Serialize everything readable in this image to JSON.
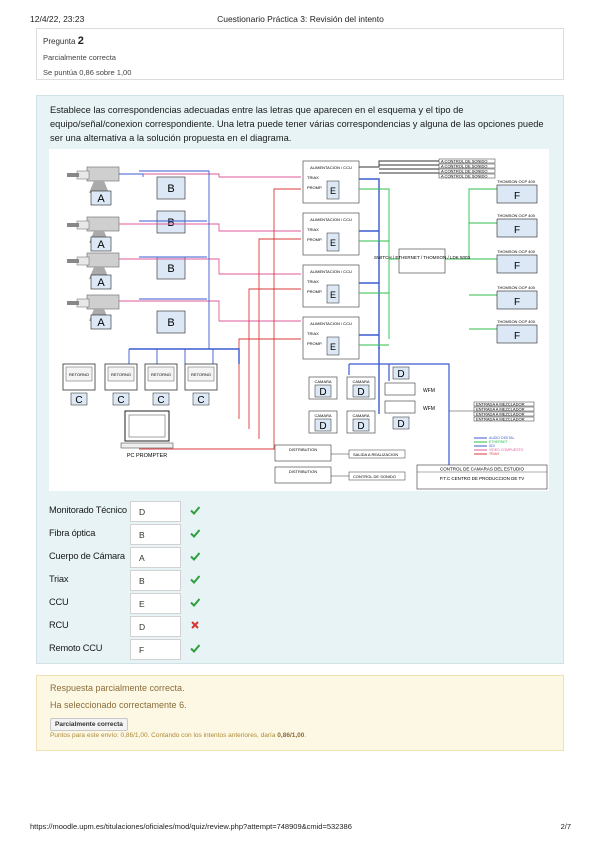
{
  "header": {
    "date": "12/4/22, 23:23",
    "title": "Cuestionario Práctica 3: Revisión del intento"
  },
  "question_info": {
    "label": "Pregunta",
    "number": "2",
    "state": "Parcialmente correcta",
    "grade": "Se puntúa 0,86 sobre 1,00"
  },
  "question_text": "Establece las correspondencias adecuadas entre las letras que aparecen en el esquema y el tipo de equipo/señal/conexion correspondiente. Una letra puede tener várias correspondencias y alguna de las opciones puede ser una alternativa a la solución propuesta en el diagrama.",
  "diagram": {
    "letters": {
      "a": "A",
      "b": "B",
      "c": "C",
      "d": "D",
      "e": "E",
      "f": "F"
    },
    "ccu_label": "ALIMENTACION / CCU",
    "triax": "TRIAX",
    "prompter": "PROMP.",
    "retorno": "RETORNO",
    "switch": "SWITCH / ETHERNET / THOMSON / LDK 5003",
    "thomson_ocp": "THOMSON OCP 400",
    "a_control": "A CONTROL DE SONIDO",
    "camara": "CAMARA",
    "wfm": "WFM",
    "pc_prompter": "PC PROMPTER",
    "distribution": "DISTRIBUTION",
    "salida": "SALIDA A REALIZACION",
    "control_sonido": "CONTROL DE SONIDO",
    "entrada": "ENTRADA A MEZCLADOR",
    "footer_title": "CONTROL DE CAMARAS DEL ESTUDIO",
    "footer_sub": "P.T.C CENTRO DE PRODUCCION DE TV",
    "legend": [
      "AUDIO DIGITAL",
      "ETHERNET",
      "SDI",
      "VIDEO COMPUESTO",
      "TRIAX"
    ]
  },
  "matches": [
    {
      "label": "Monitorado Técnico",
      "value": "D",
      "correct": true
    },
    {
      "label": "Fibra óptica",
      "value": "B",
      "correct": true
    },
    {
      "label": "Cuerpo de Cámara",
      "value": "A",
      "correct": true
    },
    {
      "label": "Triax",
      "value": "B",
      "correct": true
    },
    {
      "label": "CCU",
      "value": "E",
      "correct": true
    },
    {
      "label": "RCU",
      "value": "D",
      "correct": false
    },
    {
      "label": "Remoto CCU",
      "value": "F",
      "correct": true
    }
  ],
  "feedback": {
    "line1": "Respuesta parcialmente correcta.",
    "line2": "Ha seleccionado correctamente 6.",
    "badge": "Parcialmente correcta",
    "points_prefix": "Puntos para este envío: 0,86/1,00. Contando con los intentos anteriores, daría ",
    "points_value": "0,86/1,00",
    "points_suffix": "."
  },
  "footer": {
    "url": "https://moodle.upm.es/titulaciones/oficiales/mod/quiz/review.php?attempt=748909&cmid=532386",
    "page": "2/7"
  },
  "colors": {
    "correct": "#2e9e3e",
    "incorrect": "#d9342b",
    "content_bg": "#e7f3f5",
    "feedback_bg": "#fcf8e3",
    "feedback_text": "#8a6d3b"
  }
}
